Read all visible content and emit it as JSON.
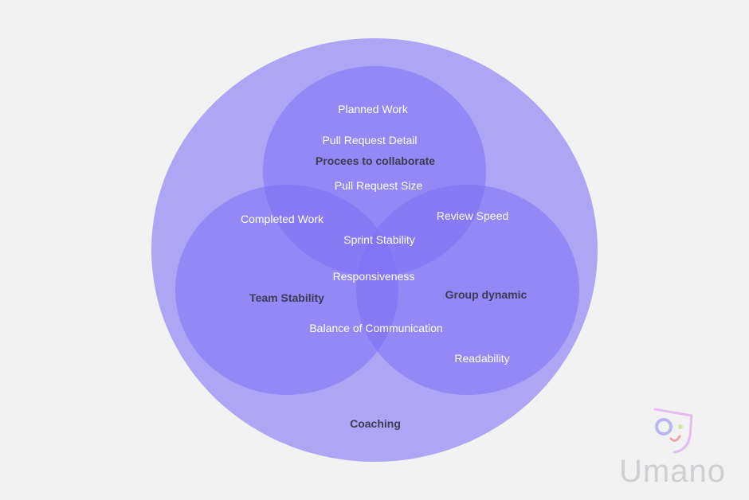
{
  "diagram": {
    "outer": "Coaching",
    "groups": {
      "top": "Procees to collaborate",
      "left": "Team Stability",
      "right": "Group dynamic"
    },
    "items": {
      "planned_work": "Planned Work",
      "pull_request_detail": "Pull Request Detail",
      "pull_request_size": "Pull Request Size",
      "completed_work": "Completed Work",
      "review_speed": "Review Speed",
      "sprint_stability": "Sprint Stability",
      "responsiveness": "Responsiveness",
      "balance_of_communication": "Balance of Communication",
      "readability": "Readability"
    },
    "colors": {
      "background": "#f2f2f2",
      "outer_fill": "#aea6f5",
      "inner_fill": "#7d6ff4",
      "group_label": "#3d3a52",
      "item_label": "#ffffff"
    }
  },
  "brand": {
    "name": "Umano",
    "icon": "umano-face-icon"
  }
}
